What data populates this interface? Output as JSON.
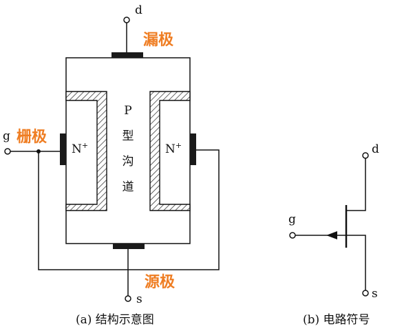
{
  "structure": {
    "drain_terminal": "d",
    "gate_terminal": "g",
    "source_terminal": "s",
    "drain_label": "漏极",
    "gate_label": "栅极",
    "source_label": "源极",
    "left_region": "N",
    "right_region": "N",
    "region_superscript": "+",
    "channel_chars": [
      "P",
      "型",
      "沟",
      "道"
    ],
    "caption": "(a) 结构示意图"
  },
  "symbol": {
    "drain_terminal": "d",
    "gate_terminal": "g",
    "source_terminal": "s",
    "caption": "(b) 电路符号"
  },
  "colors": {
    "label_accent": "#ef7d22",
    "line": "#111111",
    "electrode": "#1a1a1a"
  }
}
